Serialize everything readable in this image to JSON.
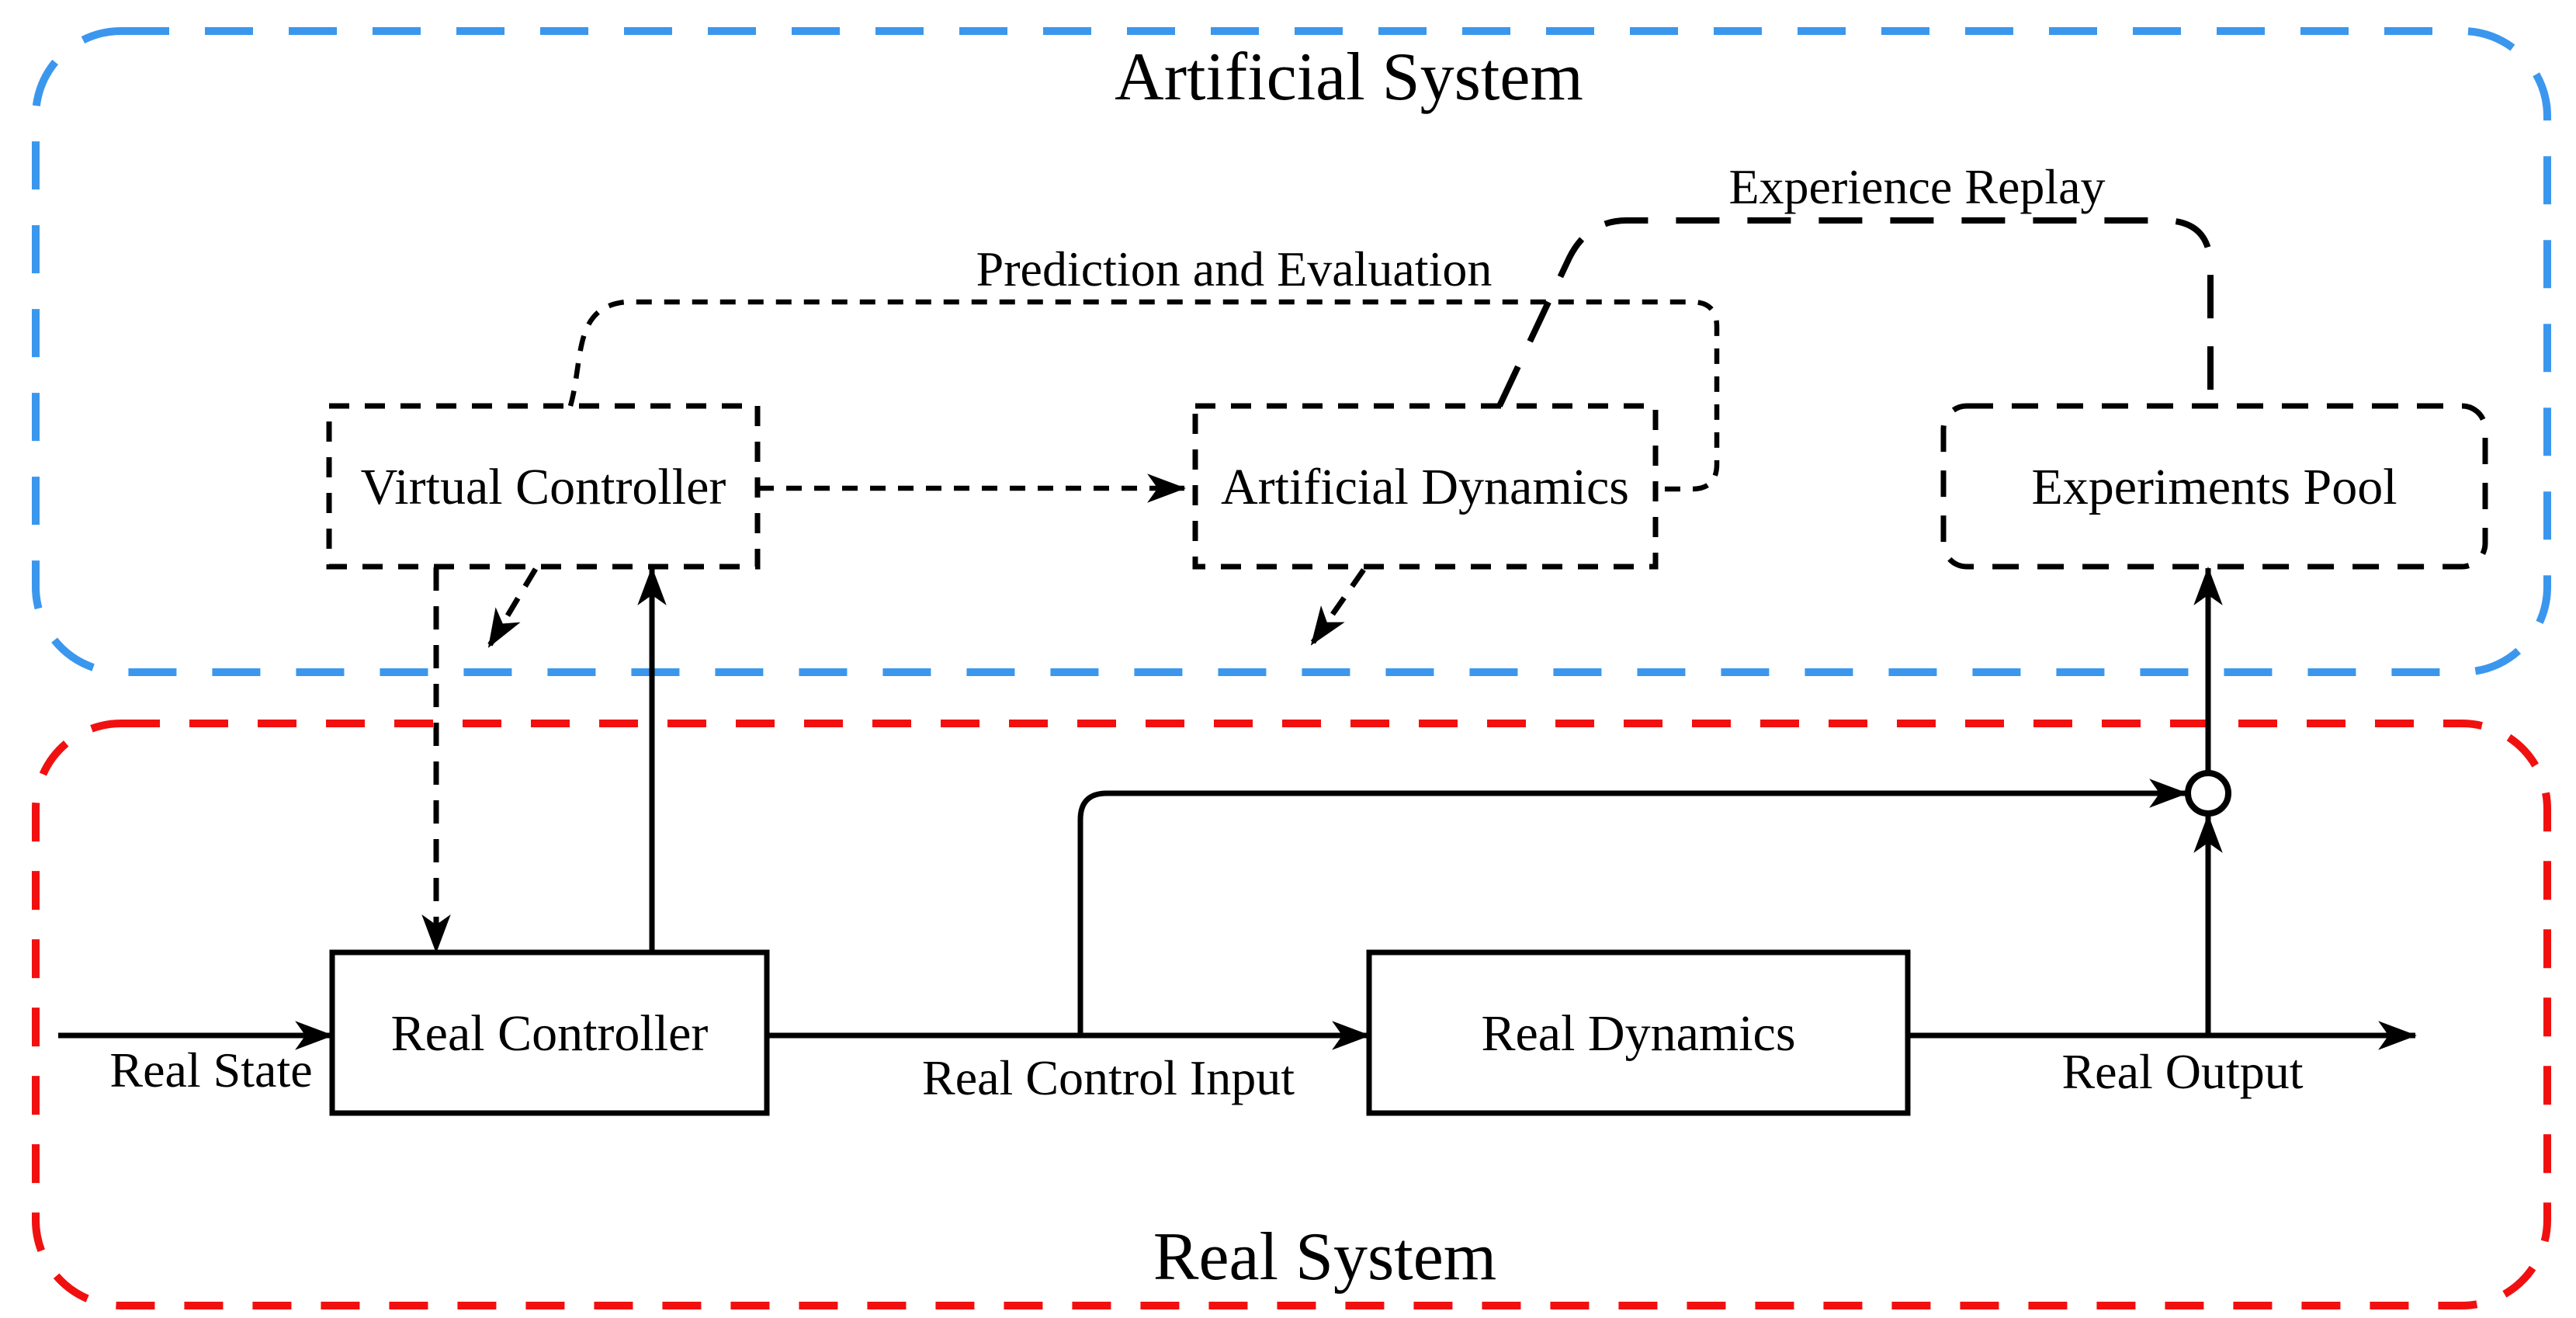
{
  "regions": {
    "artificial_system": {
      "label": "Artificial System",
      "border_color": "#3b97ee"
    },
    "real_system": {
      "label": "Real System",
      "border_color": "#f11010"
    }
  },
  "nodes": {
    "virtual_controller": {
      "label": "Virtual Controller"
    },
    "artificial_dynamics": {
      "label": "Artificial Dynamics"
    },
    "experiments_pool": {
      "label": "Experiments Pool"
    },
    "real_controller": {
      "label": "Real Controller"
    },
    "real_dynamics": {
      "label": "Real Dynamics"
    }
  },
  "edges": {
    "prediction_and_evaluation": {
      "label": "Prediction and Evaluation"
    },
    "experience_replay": {
      "label": "Experience Replay"
    },
    "real_state": {
      "label": "Real State"
    },
    "real_control_input": {
      "label": "Real Control Input"
    },
    "real_output": {
      "label": "Real Output"
    }
  },
  "line_color": "#000000"
}
